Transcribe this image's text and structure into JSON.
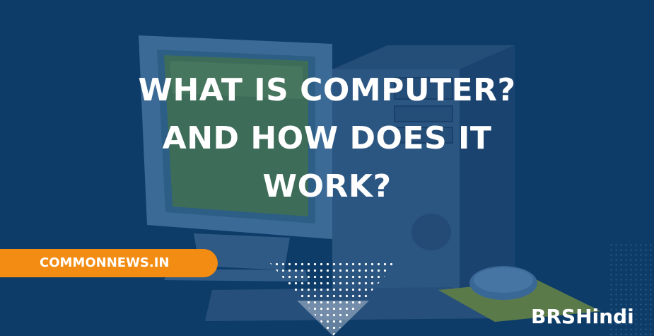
{
  "headline": {
    "line1": "WHAT IS COMPUTER?",
    "line2": "AND HOW DOES IT",
    "line3": "WORK?"
  },
  "badge": {
    "label": "COMMONNEWS.IN",
    "color": "#f28c12"
  },
  "watermark": {
    "label": "BRSHindi"
  },
  "colors": {
    "background": "#0e3c69",
    "text": "#ffffff"
  },
  "icons": [
    "monitor-illustration",
    "computer-tower-illustration",
    "mouse-illustration",
    "keyboard-illustration",
    "halftone-triangle-decoration",
    "halftone-dots-decoration"
  ]
}
